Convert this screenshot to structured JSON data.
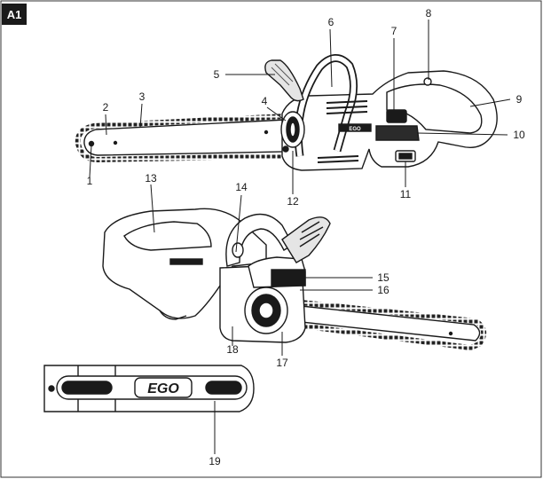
{
  "figure": {
    "id_label": "A1",
    "brand_side": "EGO",
    "brand_guard": "EGO",
    "labels": [
      "1",
      "2",
      "3",
      "4",
      "5",
      "6",
      "7",
      "8",
      "9",
      "10",
      "11",
      "12",
      "13",
      "14",
      "15",
      "16",
      "17",
      "18",
      "19"
    ]
  },
  "colors": {
    "ink": "#1a1a1a",
    "paper": "#ffffff",
    "shade": "#d9d9d9",
    "dark": "#2b2b2b"
  }
}
